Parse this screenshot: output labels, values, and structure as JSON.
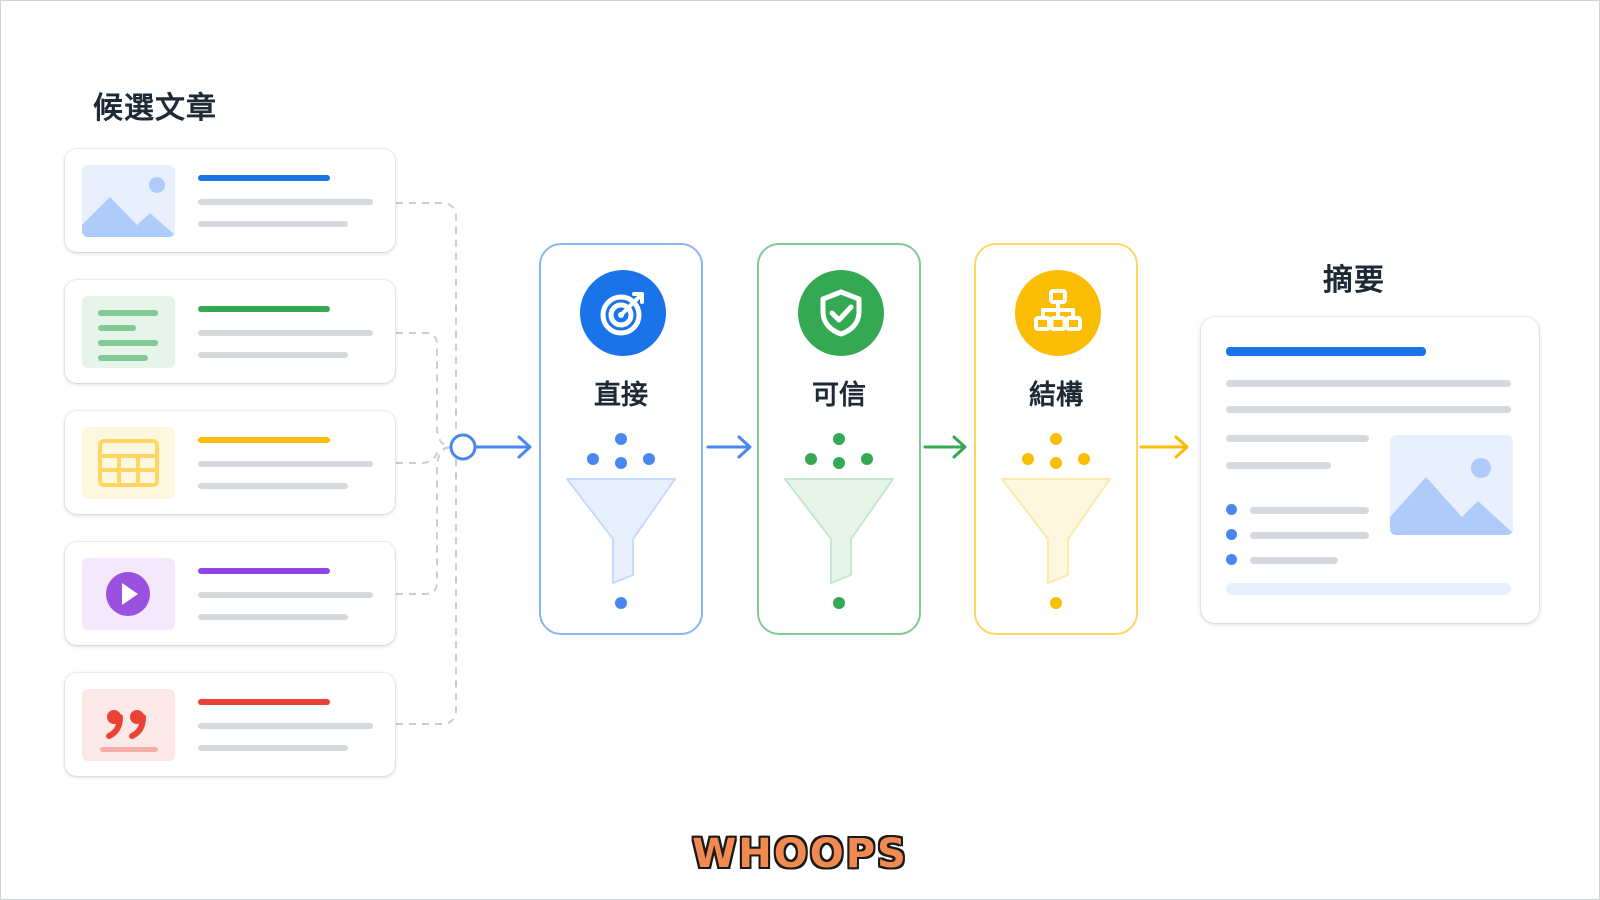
{
  "candidates": {
    "title": "候選文章",
    "articles": [
      {
        "kind": "image",
        "icon": "image-icon",
        "accent_color": "#1a73e8",
        "thumb_color": "#e8f0fe"
      },
      {
        "kind": "text",
        "icon": "text-lines-icon",
        "accent_color": "#34a853",
        "thumb_color": "#e6f4ea"
      },
      {
        "kind": "table",
        "icon": "table-icon",
        "accent_color": "#fbbc04",
        "thumb_color": "#fef7e0"
      },
      {
        "kind": "video",
        "icon": "play-icon",
        "accent_color": "#8e44e8",
        "thumb_color": "#f3e8fd"
      },
      {
        "kind": "quote",
        "icon": "quote-icon",
        "accent_color": "#ea4335",
        "thumb_color": "#fce8e6"
      }
    ]
  },
  "pipeline": {
    "stages": [
      {
        "label": "直接",
        "icon": "target-icon",
        "color": "#1a73e8",
        "border_color": "#8ab4f8",
        "funnel_fill": "#e8f0fe"
      },
      {
        "label": "可信",
        "icon": "shield-check-icon",
        "color": "#34a853",
        "border_color": "#81c995",
        "funnel_fill": "#e6f4ea"
      },
      {
        "label": "結構",
        "icon": "hierarchy-icon",
        "color": "#fbbc04",
        "border_color": "#fdd663",
        "funnel_fill": "#fef7e0"
      }
    ]
  },
  "summary": {
    "title": "摘要",
    "accent_color": "#1a73e8",
    "bullet_color": "#4a86f0"
  },
  "watermark": {
    "text": "WHOOPS"
  }
}
